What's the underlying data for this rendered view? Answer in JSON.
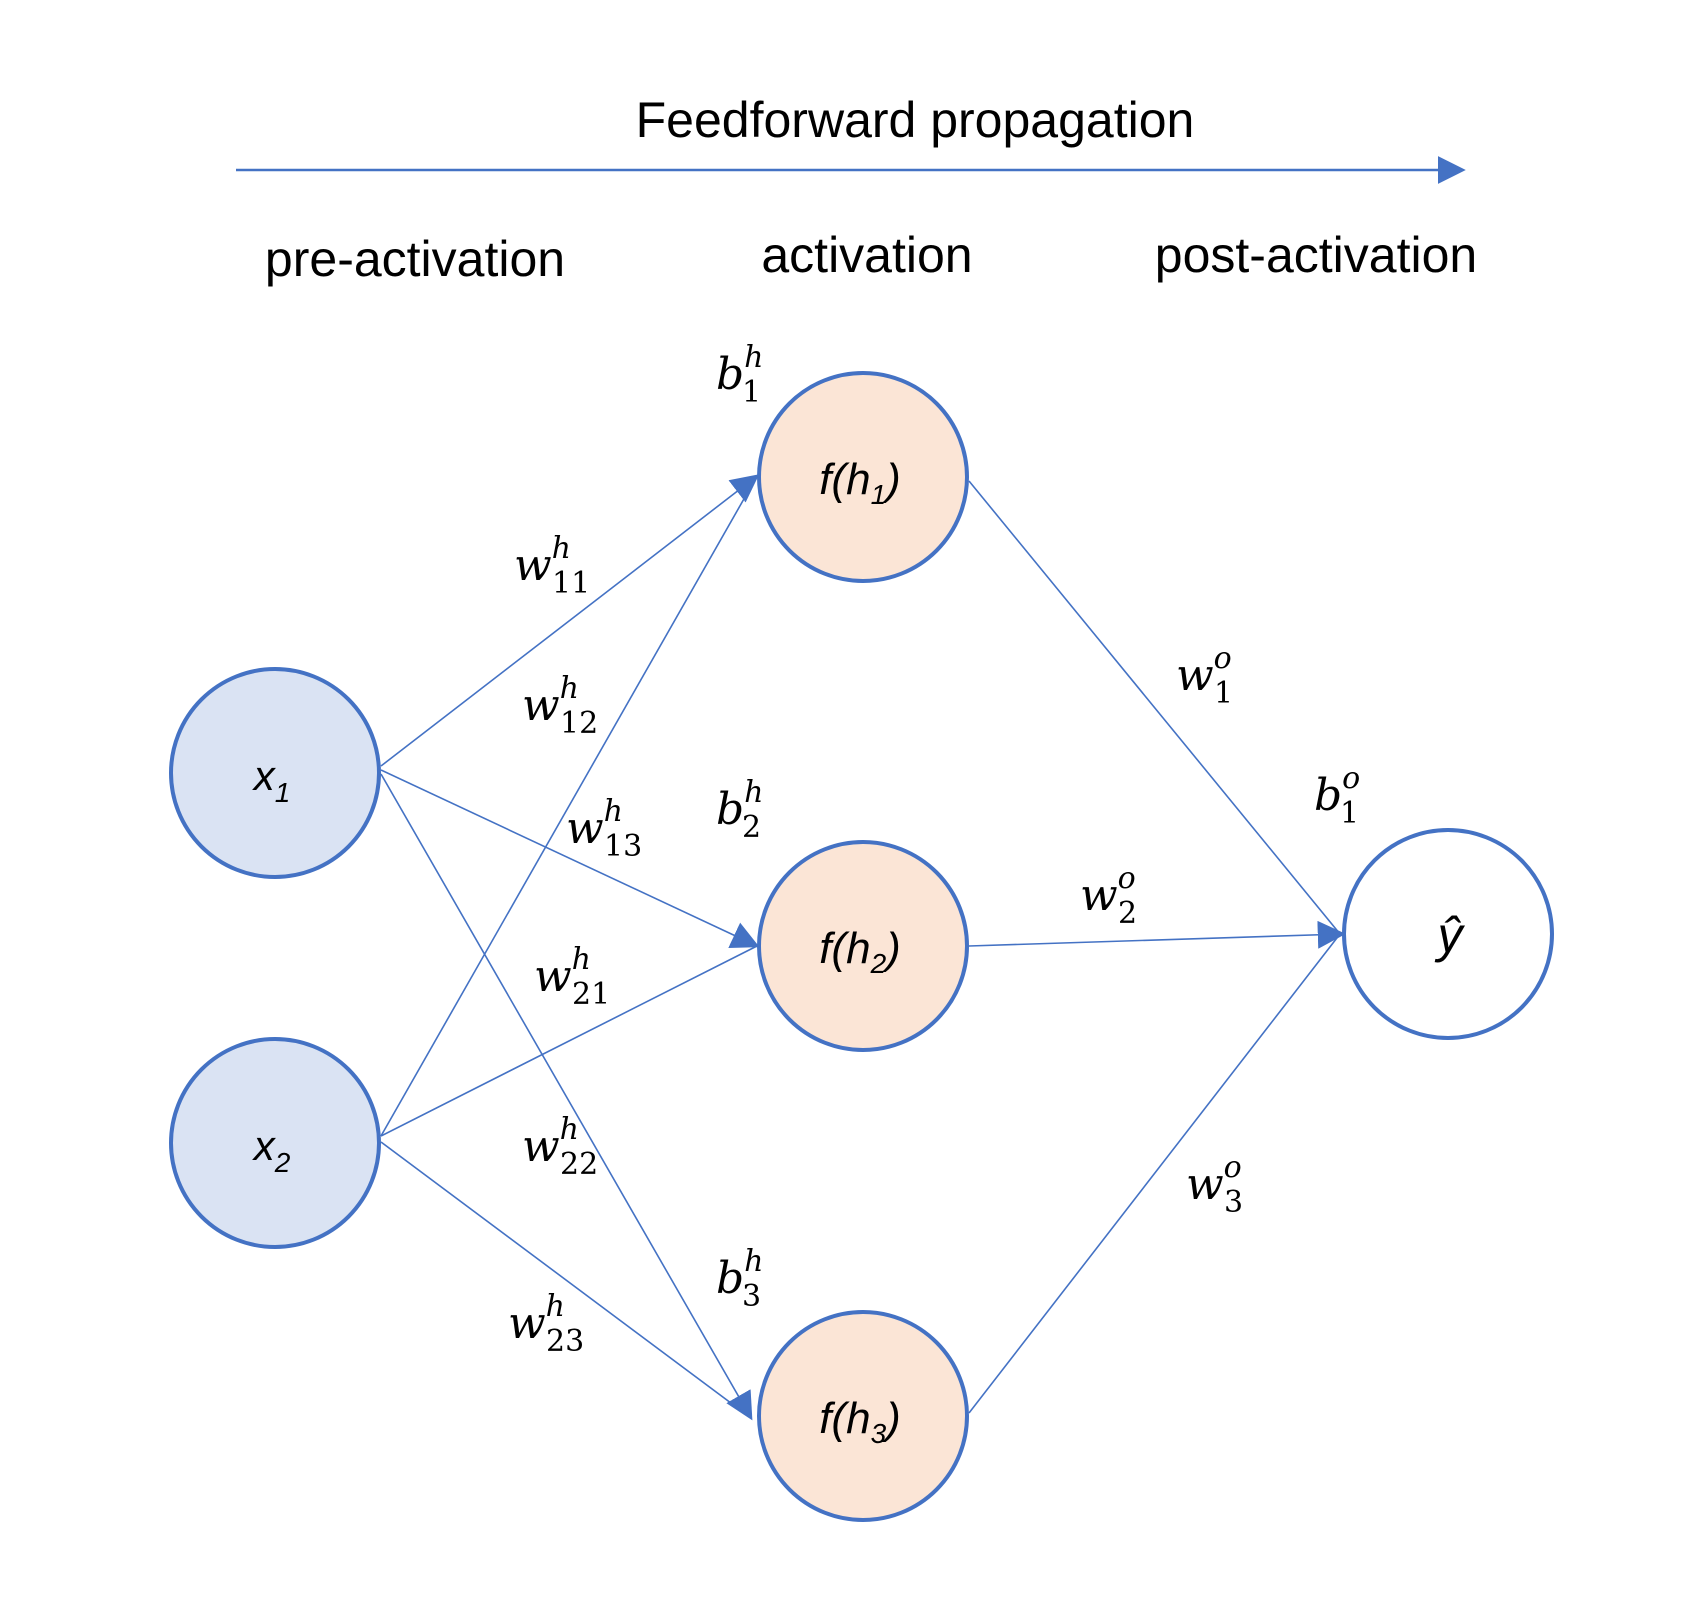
{
  "title": "Feedforward propagation",
  "stages": {
    "pre": "pre-activation",
    "act": "activation",
    "post": "post-activation"
  },
  "colors": {
    "accent": "#4472C4",
    "input_fill": "#DAE3F3",
    "hidden_fill": "#FBE5D6",
    "output_fill": "#FFFFFF",
    "text": "#000000"
  },
  "nodes": {
    "x1": {
      "base": "x",
      "sub": "1"
    },
    "x2": {
      "base": "x",
      "sub": "2"
    },
    "h1": {
      "pre": "f(h",
      "sub": "1",
      "post": ")"
    },
    "h2": {
      "pre": "f(h",
      "sub": "2",
      "post": ")"
    },
    "h3": {
      "pre": "f(h",
      "sub": "3",
      "post": ")"
    },
    "y": {
      "base": "ŷ"
    }
  },
  "weights": {
    "w11": {
      "base": "w",
      "sup": "h",
      "sub": "11"
    },
    "w12": {
      "base": "w",
      "sup": "h",
      "sub": "12"
    },
    "w13": {
      "base": "w",
      "sup": "h",
      "sub": "13"
    },
    "w21": {
      "base": "w",
      "sup": "h",
      "sub": "21"
    },
    "w22": {
      "base": "w",
      "sup": "h",
      "sub": "22"
    },
    "w23": {
      "base": "w",
      "sup": "h",
      "sub": "23"
    },
    "wo1": {
      "base": "w",
      "sup": "o",
      "sub": "1"
    },
    "wo2": {
      "base": "w",
      "sup": "o",
      "sub": "2"
    },
    "wo3": {
      "base": "w",
      "sup": "o",
      "sub": "3"
    }
  },
  "biases": {
    "b1": {
      "base": "b",
      "sup": "h",
      "sub": "1"
    },
    "b2": {
      "base": "b",
      "sup": "h",
      "sub": "2"
    },
    "b3": {
      "base": "b",
      "sup": "h",
      "sub": "3"
    },
    "bo": {
      "base": "b",
      "sup": "o",
      "sub": "1"
    }
  }
}
